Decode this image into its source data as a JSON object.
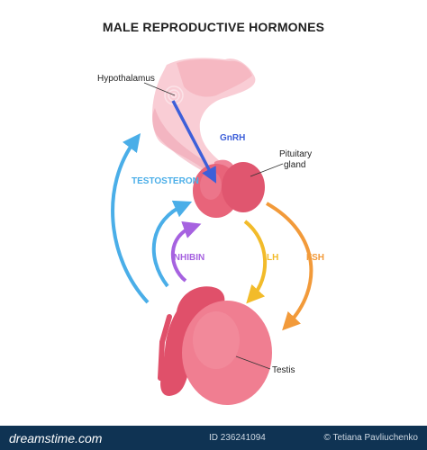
{
  "title": "MALE REPRODUCTIVE HORMONES",
  "labels": {
    "hypothalamus": "Hypothalamus",
    "gnrh": "GnRH",
    "pituitary_line1": "Pituitary",
    "pituitary_line2": "gland",
    "testosteron": "TESTOSTERON",
    "inhibin": "INHIBIN",
    "lh": "LH",
    "fsh": "FSH",
    "testis": "Testis"
  },
  "colors": {
    "gnrh": "#3d5fd9",
    "testosteron": "#4aaee8",
    "inhibin": "#a662e0",
    "lh": "#f2bb2a",
    "fsh": "#f29a3a",
    "pituitary": "#e8647a",
    "testis": "#f07e91",
    "epididymis": "#e0506a",
    "hypothalamus": "#f8c8d0"
  },
  "footer": {
    "site": "dreamstime.com",
    "id_text": "ID 236241094",
    "author": "© Tetiana Pavliuchenko"
  }
}
